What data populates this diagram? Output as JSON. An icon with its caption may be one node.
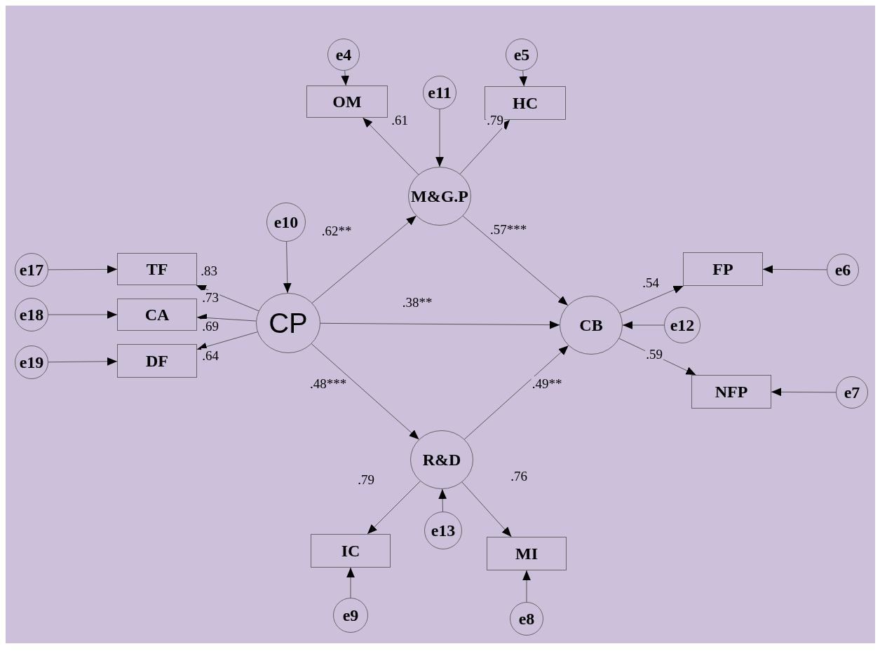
{
  "diagram": {
    "nodes": [
      {
        "text": [
          "e4"
        ]
      },
      {
        "text": [
          "e5"
        ]
      },
      {
        "text": [
          "OM"
        ]
      },
      {
        "text": [
          "HC"
        ]
      },
      {
        "text": [
          "e11"
        ]
      },
      {
        "text": [
          "M&G.P"
        ]
      },
      {
        "text": [
          "e10"
        ]
      },
      {
        "text": [
          "e17"
        ]
      },
      {
        "text": [
          "TF"
        ]
      },
      {
        "text": [
          "FP"
        ]
      },
      {
        "text": [
          "e6"
        ]
      },
      {
        "text": [
          "CA"
        ]
      },
      {
        "text": [
          "CP"
        ]
      },
      {
        "text": [
          "CB"
        ]
      },
      {
        "text": [
          "e12"
        ]
      },
      {
        "text": [
          "e18"
        ]
      },
      {
        "text": [
          "e19"
        ]
      },
      {
        "text": [
          "DF"
        ]
      },
      {
        "text": [
          "NFP"
        ]
      },
      {
        "text": [
          "e7"
        ]
      },
      {
        "text": [
          "R&D"
        ]
      },
      {
        "text": [
          "e13"
        ]
      },
      {
        "text": [
          "IC"
        ]
      },
      {
        "text": [
          "MI"
        ]
      },
      {
        "text": [
          "e9"
        ]
      },
      {
        "text": [
          "e8"
        ]
      }
    ],
    "edges": [
      {
        "from": 0,
        "to": 2,
        "arrow": "to"
      },
      {
        "from": 1,
        "to": 3,
        "arrow": "to"
      },
      {
        "from": 4,
        "to": 5,
        "arrow": "to"
      },
      {
        "from": 5,
        "to": 2,
        "arrow": "to",
        "label": ".61"
      },
      {
        "from": 5,
        "to": 3,
        "arrow": "to",
        "label": ".79"
      },
      {
        "from": 12,
        "to": 5,
        "arrow": "to",
        "label": ".62**"
      },
      {
        "from": 6,
        "to": 12,
        "arrow": "to"
      },
      {
        "from": 12,
        "to": 8,
        "arrow": "to",
        "label": ".83"
      },
      {
        "from": 12,
        "to": 11,
        "arrow": "to",
        "label": ".73"
      },
      {
        "from": 12,
        "to": 17,
        "arrow": "to",
        "label": ".64"
      },
      {
        "from": 7,
        "to": 8,
        "arrow": "to"
      },
      {
        "from": 15,
        "to": 11,
        "arrow": "to"
      },
      {
        "from": 16,
        "to": 17,
        "arrow": "to"
      },
      {
        "from": 5,
        "to": 13,
        "arrow": "to",
        "label": ".57***"
      },
      {
        "from": 12,
        "to": 13,
        "arrow": "to",
        "label": ".38**"
      },
      {
        "from": 12,
        "to": 20,
        "arrow": "to",
        "label": ".48***"
      },
      {
        "from": 20,
        "to": 13,
        "arrow": "to",
        "label": ".49**"
      },
      {
        "from": 13,
        "to": 9,
        "arrow": "to",
        "label": ".54"
      },
      {
        "from": 13,
        "to": 18,
        "arrow": "to",
        "label": ".59"
      },
      {
        "from": 10,
        "to": 9,
        "arrow": "to"
      },
      {
        "from": 14,
        "to": 13,
        "arrow": "to"
      },
      {
        "from": 19,
        "to": 18,
        "arrow": "to"
      },
      {
        "from": 20,
        "to": 22,
        "arrow": "to",
        "label": ".79"
      },
      {
        "from": 20,
        "to": 23,
        "arrow": "to",
        "label": ".76"
      },
      {
        "from": 21,
        "to": 20,
        "arrow": "to"
      },
      {
        "from": 24,
        "to": 22,
        "arrow": "to"
      },
      {
        "from": 25,
        "to": 23,
        "arrow": "to"
      }
    ],
    "labels": [
      ".69"
    ]
  }
}
